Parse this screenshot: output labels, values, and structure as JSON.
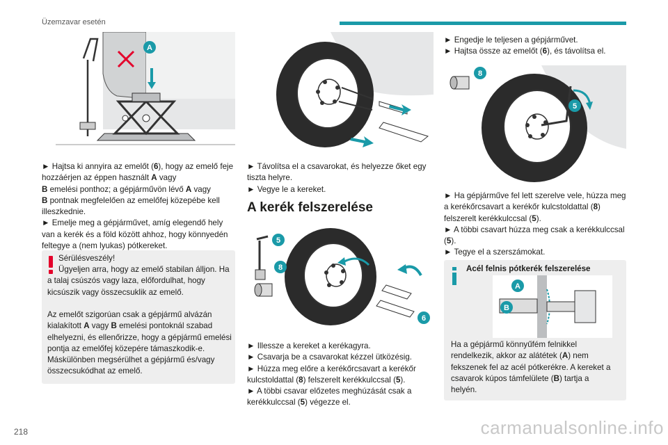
{
  "header": {
    "section_title": "Üzemzavar esetén",
    "page_number": "218",
    "accent_color": "#1a9aa8"
  },
  "watermark": "carmanualsonline.info",
  "column1": {
    "figure": {
      "icons": [
        "car-jack-icon",
        "wrong-position-cross-icon"
      ],
      "marker_a": "A"
    },
    "para1_intro": "► Hajtsa ki annyira az emelőt (",
    "para1_6": "6",
    "para1_mid": "), hogy az emelő feje hozzáérjen az éppen használt ",
    "para1_a": "A",
    "para1_vagy": " vagy",
    "para1_b": "B",
    "para1_mid2": " emelési ponthoz; a gépjárművön lévő ",
    "para1_a2": "A",
    "para1_vagy2": " vagy",
    "para1_b2": "B",
    "para1_end": " pontnak megfelelően az emelőfej közepébe kell illeszkednie.",
    "para2": "► Emelje meg a gépjárművet, amíg elegendő hely van a kerék és a föld között ahhoz, hogy könnyedén feltegye a (nem lyukas) pótkereket.",
    "warning": {
      "icon": "exclamation-icon",
      "color": "#e4002b",
      "title": "Sérülésveszély!",
      "line1": "Ügyeljen arra, hogy az emelő stabilan álljon. Ha a talaj csúszós vagy laza, előfordulhat, hogy kicsúszik vagy összecsuklik az emelő.",
      "line2_pre": "Az emelőt szigorúan csak a gépjármű alvázán kialakított ",
      "line2_a": "A",
      "line2_vagy": " vagy ",
      "line2_b": "B",
      "line2_post": " emelési pontoknál szabad elhelyezni, és ellenőrizze, hogy a gépjármű emelési pontja az emelőfej közepére támaszkodik-e. Máskülönben megsérülhet a gépjármű és/vagy összecsukódhat az emelő."
    }
  },
  "column2": {
    "figure1": {
      "icons": [
        "wheel-removal-icon",
        "arrow-icon"
      ]
    },
    "para1": "► Távolítsa el a csavarokat, és helyezze őket egy tiszta helyre.",
    "para2": "► Vegye le a kereket.",
    "section_heading": "A kerék felszerelése",
    "figure2": {
      "markers": [
        "5",
        "8",
        "6"
      ]
    },
    "para3": "► Illessze a kereket a kerékagyra.",
    "para4": "► Csavarja be a csavarokat kézzel ütközésig.",
    "para5_pre": "► Húzza meg előre a kerékőrcsavart a kerékőr kulcstoldattal (",
    "para5_8": "8",
    "para5_mid": ") felszerelt kerékkulccsal (",
    "para5_5": "5",
    "para5_end": ").",
    "para6_pre": "► A többi csavar előzetes meghúzását csak a kerékkulccsal (",
    "para6_5": "5",
    "para6_end": ") végezze el."
  },
  "column3": {
    "para1": "► Engedje le teljesen a gépjárművet.",
    "para2_pre": "► Hajtsa össze az emelőt (",
    "para2_6": "6",
    "para2_end": "), és távolítsa el.",
    "figure": {
      "markers": [
        "8",
        "5"
      ]
    },
    "para3_pre": "► Ha gépjárműve fel lett szerelve vele, húzza meg a kerékőrcsavart a kerékőr kulcstoldattal (",
    "para3_8": "8",
    "para3_mid": ") felszerelt kerékkulccsal (",
    "para3_5": "5",
    "para3_end": ").",
    "para4_pre": "► A többi csavart húzza meg csak a kerékkulccsal (",
    "para4_5": "5",
    "para4_end": ").",
    "para5": "► Tegye el a szerszámokat.",
    "info": {
      "icon": "info-icon",
      "color": "#1a9aa8",
      "title": "Acél felnis pótkerék felszerelése",
      "figure_markers": [
        "A",
        "B"
      ],
      "text_pre": "Ha a gépjármű könnyűfém felnikkel rendelkezik, akkor az alátétek (",
      "text_a": "A",
      "text_mid": ") nem fekszenek fel az acél pótkerékre. A kereket a csavarok kúpos támfelülete (",
      "text_b": "B",
      "text_end": ") tartja a helyén."
    }
  }
}
